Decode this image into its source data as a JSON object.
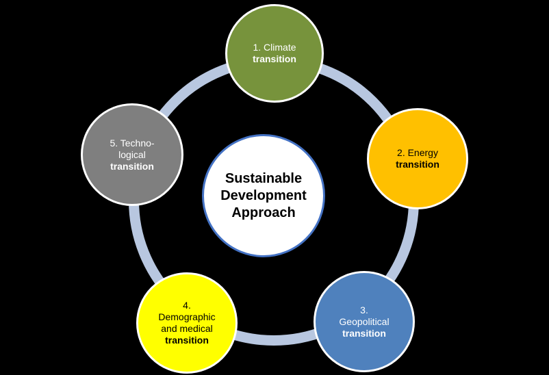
{
  "diagram": {
    "center": {
      "line1": "Sustainable",
      "line2": "Development",
      "line3": "Approach"
    },
    "nodes": [
      {
        "line1": "1. Climate",
        "line2": "",
        "bold": "transition",
        "color": "#77933c"
      },
      {
        "line1": "2. Energy",
        "line2": "",
        "bold": "transition",
        "color": "#ffc000"
      },
      {
        "line1": "3.",
        "line2": "Geopolitical",
        "bold": "transition",
        "color": "#4f81bd"
      },
      {
        "line1": "4.",
        "line2": "Demographic and medical",
        "bold": "transition",
        "color": "#ffff00"
      },
      {
        "line1": "5. Techno-",
        "line2": "logical",
        "bold": "transition",
        "color": "#7f7f7f"
      }
    ],
    "ring_color": "#b8c7e0"
  }
}
